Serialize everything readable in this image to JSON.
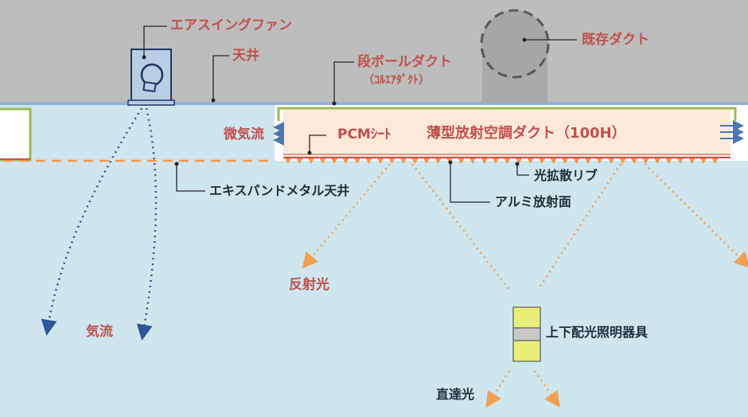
{
  "labels": {
    "air_swing_fan": "エアスイングファン",
    "ceiling": "天井",
    "existing_duct": "既存ダクト",
    "cardboard_duct": "段ボールダクト",
    "cardboard_duct_sub": "（ｺﾙｴｱﾀﾞｸﾄ）",
    "micro_airflow": "微気流",
    "pcm_sheet": "PCMｼｰﾄ",
    "thin_duct": "薄型放射空調ダクト（100H）",
    "light_diffusion_rib": "光拡散リブ",
    "expanded_metal_ceiling": "エキスパンドメタル天井",
    "aluminum_surface": "アルミ放射面",
    "reflected_light": "反射光",
    "airflow": "気流",
    "fixture": "上下配光照明器具",
    "direct_light": "直達光"
  },
  "colors": {
    "ceiling_void": "#bdbdbd",
    "room": "#cfe6ef",
    "ceiling_line": "#8fb4d6",
    "duct_fill": "#fde9d9",
    "duct_frame": "#9bbb59",
    "pcm_line": "#c0504d",
    "rib": "#f79646",
    "fan_body": "#b9cde5",
    "fan_outline": "#1f3864",
    "flow_arrow": "#4a78b0",
    "airflow_dots": "#2f5597",
    "light_dots": "#f0a050",
    "fixture_yellow": "#e7ef7a",
    "fixture_mid": "#c8c8c8",
    "label_red": "#c0504d",
    "label_dark": "#1f2d3d"
  }
}
